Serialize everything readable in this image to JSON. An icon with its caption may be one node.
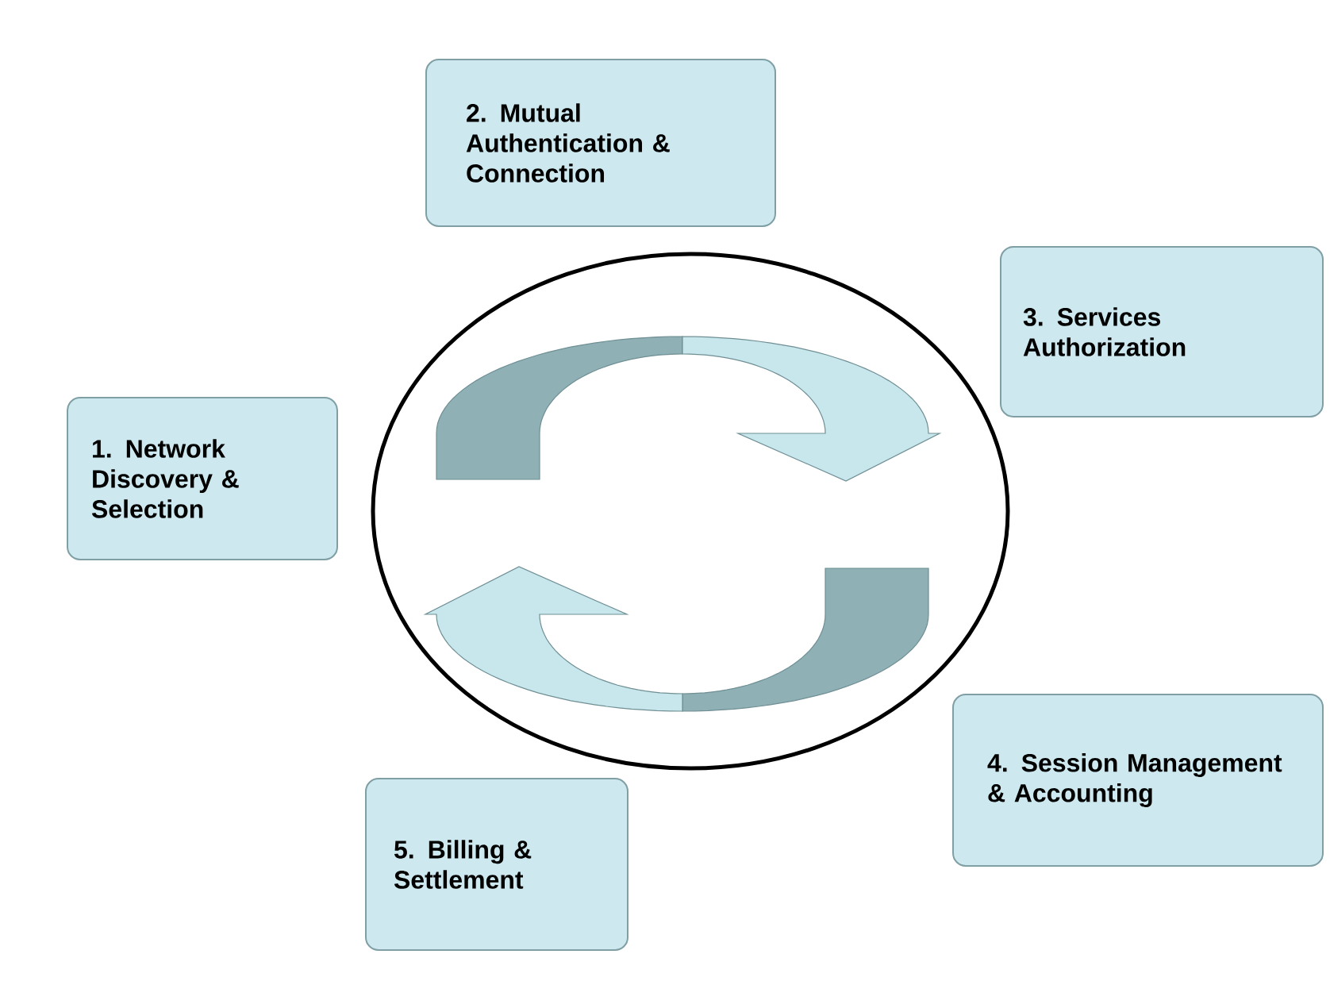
{
  "diagram": {
    "nodes": [
      {
        "text": [
          "1. Network Discovery & Selection"
        ]
      },
      {
        "text": [
          "2. Mutual Authentication & Connection"
        ]
      },
      {
        "text": [
          "3. Services Authorization"
        ]
      },
      {
        "text": [
          "4. Session Management & Accounting"
        ]
      },
      {
        "text": [
          "5. Billing & Settlement"
        ]
      }
    ]
  }
}
